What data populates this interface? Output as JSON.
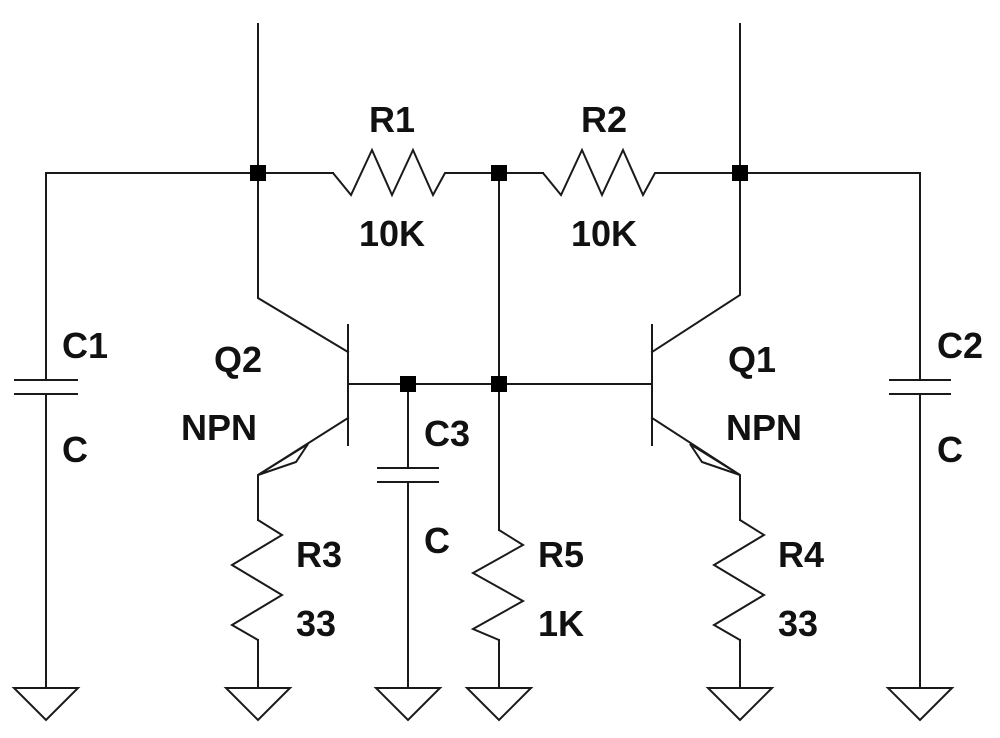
{
  "components": {
    "r1": {
      "ref": "R1",
      "value": "10K"
    },
    "r2": {
      "ref": "R2",
      "value": "10K"
    },
    "r3": {
      "ref": "R3",
      "value": "33"
    },
    "r4": {
      "ref": "R4",
      "value": "33"
    },
    "r5": {
      "ref": "R5",
      "value": "1K"
    },
    "c1": {
      "ref": "C1",
      "value": "C"
    },
    "c2": {
      "ref": "C2",
      "value": "C"
    },
    "c3": {
      "ref": "C3",
      "value": "C"
    },
    "q1": {
      "ref": "Q1",
      "type": "NPN"
    },
    "q2": {
      "ref": "Q2",
      "type": "NPN"
    }
  },
  "colors": {
    "ink": "#1a1a1a",
    "background": "#ffffff"
  }
}
